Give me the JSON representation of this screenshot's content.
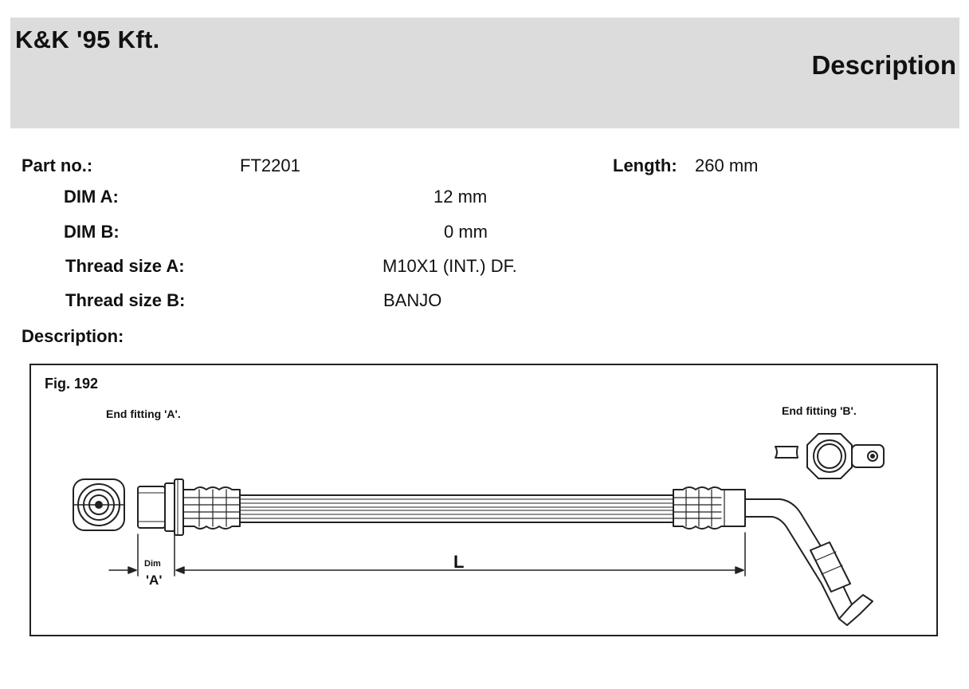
{
  "header": {
    "company": "K&K '95 Kft.",
    "title": "Description"
  },
  "specs": {
    "part_no": {
      "label": "Part no.:",
      "value": "FT2201"
    },
    "length": {
      "label": "Length:",
      "value": "260 mm"
    },
    "dim_a": {
      "label": "DIM A:",
      "value": "12 mm"
    },
    "dim_b": {
      "label": "DIM B:",
      "value": "0 mm"
    },
    "thread_a": {
      "label": "Thread size A:",
      "value": "M10X1 (INT.) DF."
    },
    "thread_b": {
      "label": "Thread size B:",
      "value": "BANJO"
    }
  },
  "description_label": "Description:",
  "figure": {
    "label": "Fig. 192",
    "end_fitting_a": "End fitting 'A'.",
    "end_fitting_b": "End fitting 'B'.",
    "dim_label_top": "Dim",
    "dim_label_bottom": "'A'",
    "length_label": "L"
  }
}
